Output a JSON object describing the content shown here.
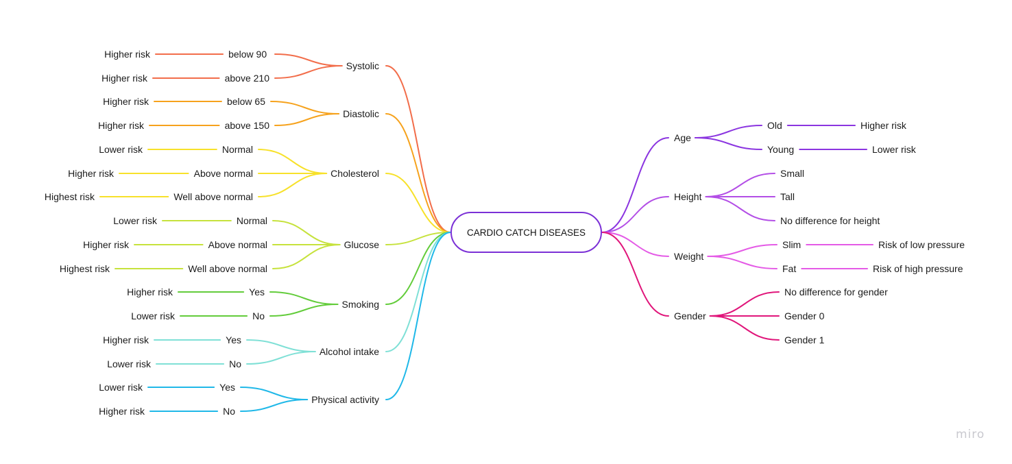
{
  "root": "CARDIO CATCH DISEASES",
  "watermark": "miro",
  "left_branches": [
    {
      "label": "Systolic",
      "color": "#f26d4a",
      "children": [
        {
          "label": "below  90",
          "leaf": "Higher risk"
        },
        {
          "label": "above 210",
          "leaf": "Higher risk"
        }
      ]
    },
    {
      "label": "Diastolic",
      "color": "#f6a21c",
      "children": [
        {
          "label": "below 65",
          "leaf": "Higher risk"
        },
        {
          "label": "above 150",
          "leaf": "Higher risk"
        }
      ]
    },
    {
      "label": "Cholesterol",
      "color": "#f7e12a",
      "children": [
        {
          "label": "Normal",
          "leaf": "Lower risk"
        },
        {
          "label": "Above normal",
          "leaf": "Higher risk"
        },
        {
          "label": "Well above normal",
          "leaf": "Highest risk"
        }
      ]
    },
    {
      "label": "Glucose",
      "color": "#c6e23c",
      "children": [
        {
          "label": "Normal",
          "leaf": "Lower risk"
        },
        {
          "label": "Above normal",
          "leaf": "Higher risk"
        },
        {
          "label": "Well above normal",
          "leaf": "Highest risk"
        }
      ]
    },
    {
      "label": "Smoking",
      "color": "#62cc3a",
      "children": [
        {
          "label": "Yes",
          "leaf": "Higher risk"
        },
        {
          "label": "No",
          "leaf": "Lower risk"
        }
      ]
    },
    {
      "label": "Alcohol intake",
      "color": "#7fe0d6",
      "children": [
        {
          "label": "Yes",
          "leaf": "Higher risk"
        },
        {
          "label": "No",
          "leaf": "Lower risk"
        }
      ]
    },
    {
      "label": "Physical activity",
      "color": "#1fb8e8",
      "children": [
        {
          "label": "Yes",
          "leaf": "Lower risk"
        },
        {
          "label": "No",
          "leaf": "Higher risk"
        }
      ]
    }
  ],
  "right_branches": [
    {
      "label": "Age",
      "color": "#8b35e0",
      "children": [
        {
          "label": "Old",
          "leaf": "Higher risk"
        },
        {
          "label": "Young",
          "leaf": "Lower risk"
        }
      ]
    },
    {
      "label": "Height",
      "color": "#b34ee6",
      "children": [
        {
          "label": "Small"
        },
        {
          "label": "Tall"
        },
        {
          "label": "No difference for height"
        }
      ]
    },
    {
      "label": "Weight",
      "color": "#e45ae6",
      "children": [
        {
          "label": "Slim",
          "leaf": "Risk of low pressure"
        },
        {
          "label": "Fat",
          "leaf": "Risk of high pressure"
        }
      ]
    },
    {
      "label": "Gender",
      "color": "#e0157a",
      "children": [
        {
          "label": "No difference for gender"
        },
        {
          "label": "Gender 0"
        },
        {
          "label": "Gender 1"
        }
      ]
    }
  ]
}
